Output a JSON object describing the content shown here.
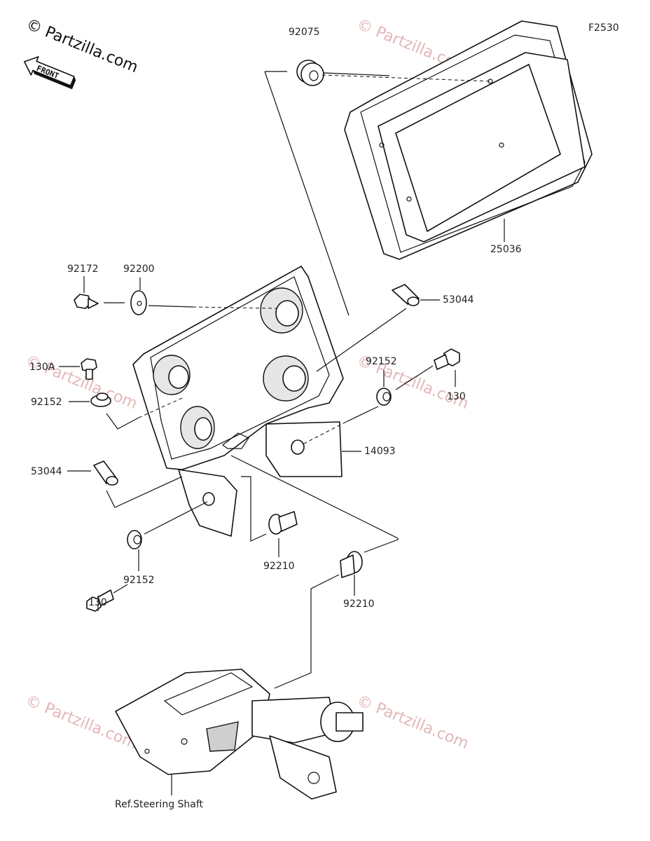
{
  "diagram_code": "F2530",
  "watermark": {
    "brand": "Partzilla.com",
    "symbol": "©"
  },
  "front_arrow_label": "FRONT",
  "callouts": [
    {
      "id": "92075",
      "text": "92075"
    },
    {
      "id": "25036",
      "text": "25036"
    },
    {
      "id": "92172",
      "text": "92172"
    },
    {
      "id": "92200",
      "text": "92200"
    },
    {
      "id": "53044-upper",
      "text": "53044"
    },
    {
      "id": "130A",
      "text": "130A"
    },
    {
      "id": "92152-left",
      "text": "92152"
    },
    {
      "id": "92152-right",
      "text": "92152"
    },
    {
      "id": "130-right",
      "text": "130"
    },
    {
      "id": "14093",
      "text": "14093"
    },
    {
      "id": "53044-lower",
      "text": "53044"
    },
    {
      "id": "92152-bottom",
      "text": "92152"
    },
    {
      "id": "130-bottom",
      "text": "130"
    },
    {
      "id": "92210-mid",
      "text": "92210"
    },
    {
      "id": "92210-right",
      "text": "92210"
    }
  ],
  "reference_note": "Ref.Steering Shaft",
  "colors": {
    "line": "#111111",
    "watermark": "#e3b7b7",
    "background": "#ffffff"
  }
}
